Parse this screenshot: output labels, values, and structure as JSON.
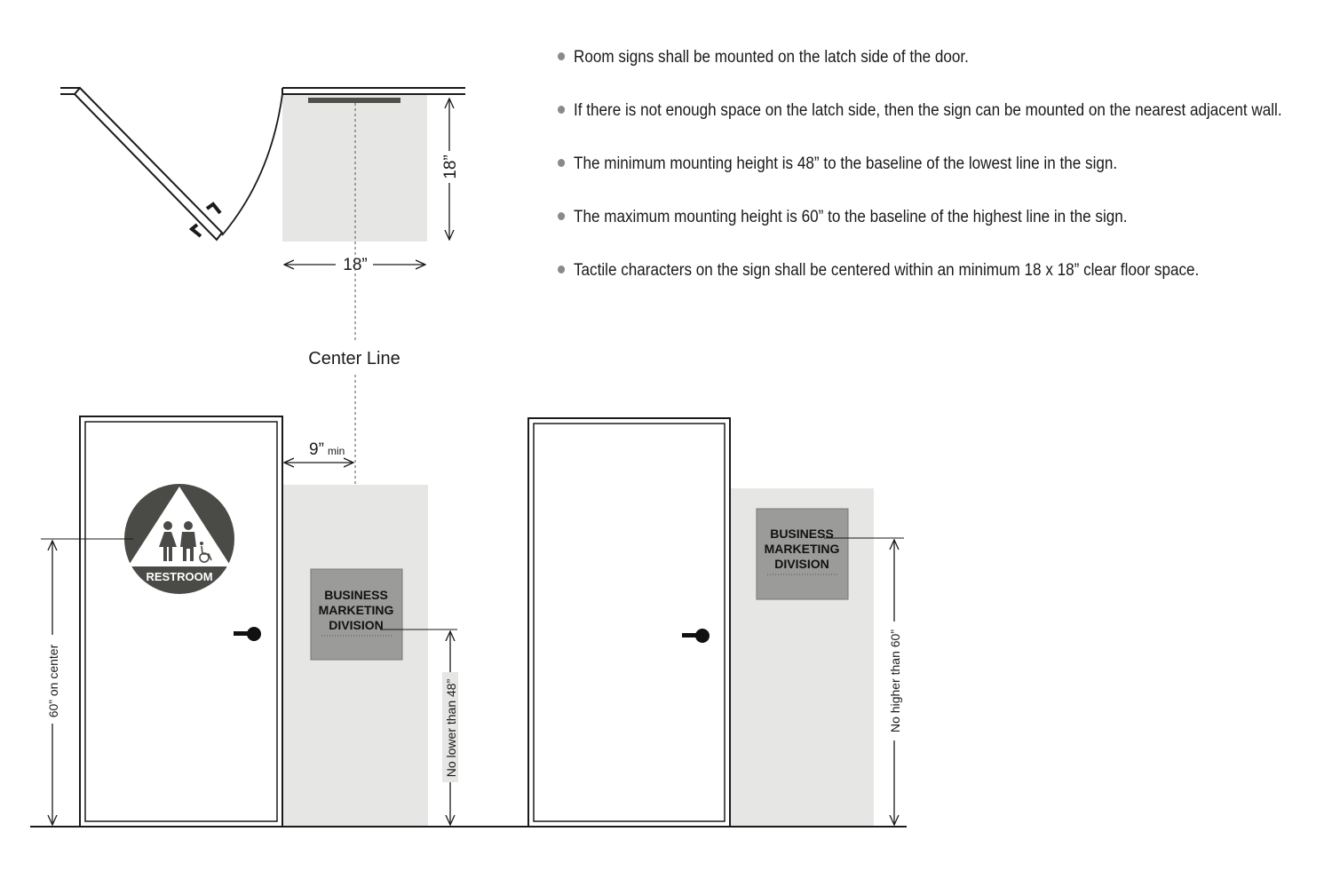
{
  "notes": [
    "Room signs shall be mounted on the latch side of the door.",
    "If there is not enough space on the latch side, then the sign can be mounted on the nearest adjacent wall.",
    "The minimum mounting height is 48” to the baseline of the lowest line in the sign.",
    "The maximum mounting height is 60” to the baseline of the highest line in the sign.",
    "Tactile characters on the sign shall be centered within an minimum 18 x 18” clear floor space."
  ],
  "plan": {
    "depth_dim": "18”",
    "width_dim": "18”",
    "center_line": "Center Line"
  },
  "elevation_left": {
    "clearance_value": "9”",
    "clearance_unit": "min",
    "restroom_label": "RESTROOM",
    "sign_lines": [
      "BUSINESS",
      "MARKETING",
      "DIVISION"
    ],
    "on_center_dim": "60” on center",
    "min_height_dim": "No lower than 48”"
  },
  "elevation_right": {
    "sign_lines": [
      "BUSINESS",
      "MARKETING",
      "DIVISION"
    ],
    "max_height_dim": "No higher than 60”"
  },
  "colors": {
    "clear_space": "#e6e6e5",
    "sign_plate": "#9b9b9a",
    "restroom_disc": "#4a4a46",
    "line": "#1a1a1a"
  }
}
